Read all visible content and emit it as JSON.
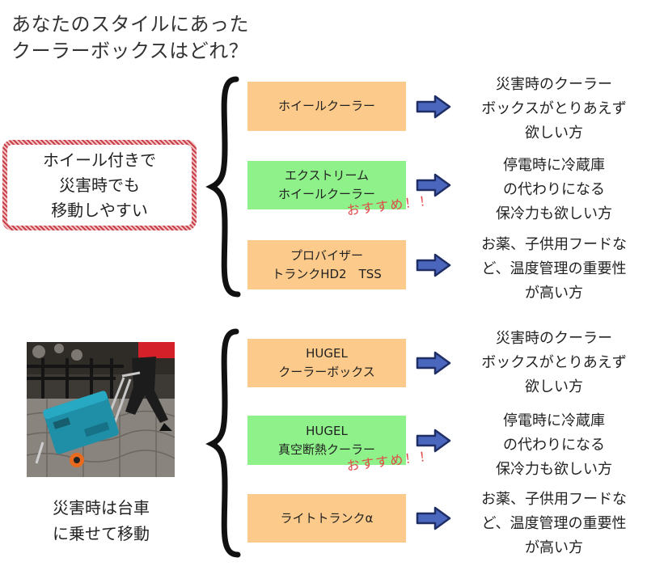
{
  "title": {
    "line1": "あなたのスタイルにあった",
    "line2": "クーラーボックスはどれ？"
  },
  "colors": {
    "orange": "#fcca8a",
    "green": "#8ef189",
    "arrow_fill": "#4a66bd",
    "recommend_text": "#e04a4a",
    "context_border": "#c94048"
  },
  "sections": [
    {
      "context": {
        "lines": [
          "ホイール付きで",
          "災害時でも",
          "移動しやすい"
        ]
      },
      "options": [
        {
          "lines": [
            "ホイールクーラー"
          ],
          "color": "orange",
          "desc": [
            "災害時のクーラー",
            "ボックスがとりあえず",
            "欲しい方"
          ]
        },
        {
          "lines": [
            "エクストリーム",
            "ホイールクーラー"
          ],
          "color": "green",
          "recommend": "おすすめ！！",
          "desc": [
            "停電時に冷蔵庫",
            "の代わりになる",
            "保冷力も欲しい方"
          ]
        },
        {
          "lines": [
            "プロバイザー",
            "トランクHD2　TSS"
          ],
          "color": "orange",
          "desc": [
            "お薬、子供用フードな",
            "ど、温度管理の重要性",
            "が高い方"
          ]
        }
      ]
    },
    {
      "context": {
        "photo": "cooler-on-cart-photo",
        "lines": [
          "災害時は台車",
          "に乗せて移動"
        ]
      },
      "options": [
        {
          "lines": [
            "HUGEL",
            "クーラーボックス"
          ],
          "color": "orange",
          "desc": [
            "災害時のクーラー",
            "ボックスがとりあえず",
            "欲しい方"
          ]
        },
        {
          "lines": [
            "HUGEL",
            "真空断熱クーラー"
          ],
          "color": "green",
          "recommend": "おすすめ！！",
          "desc": [
            "停電時に冷蔵庫",
            "の代わりになる",
            "保冷力も欲しい方"
          ]
        },
        {
          "lines": [
            "ライトトランクα"
          ],
          "color": "orange",
          "desc": [
            "お薬、子供用フードな",
            "ど、温度管理の重要性",
            "が高い方"
          ]
        }
      ]
    }
  ]
}
